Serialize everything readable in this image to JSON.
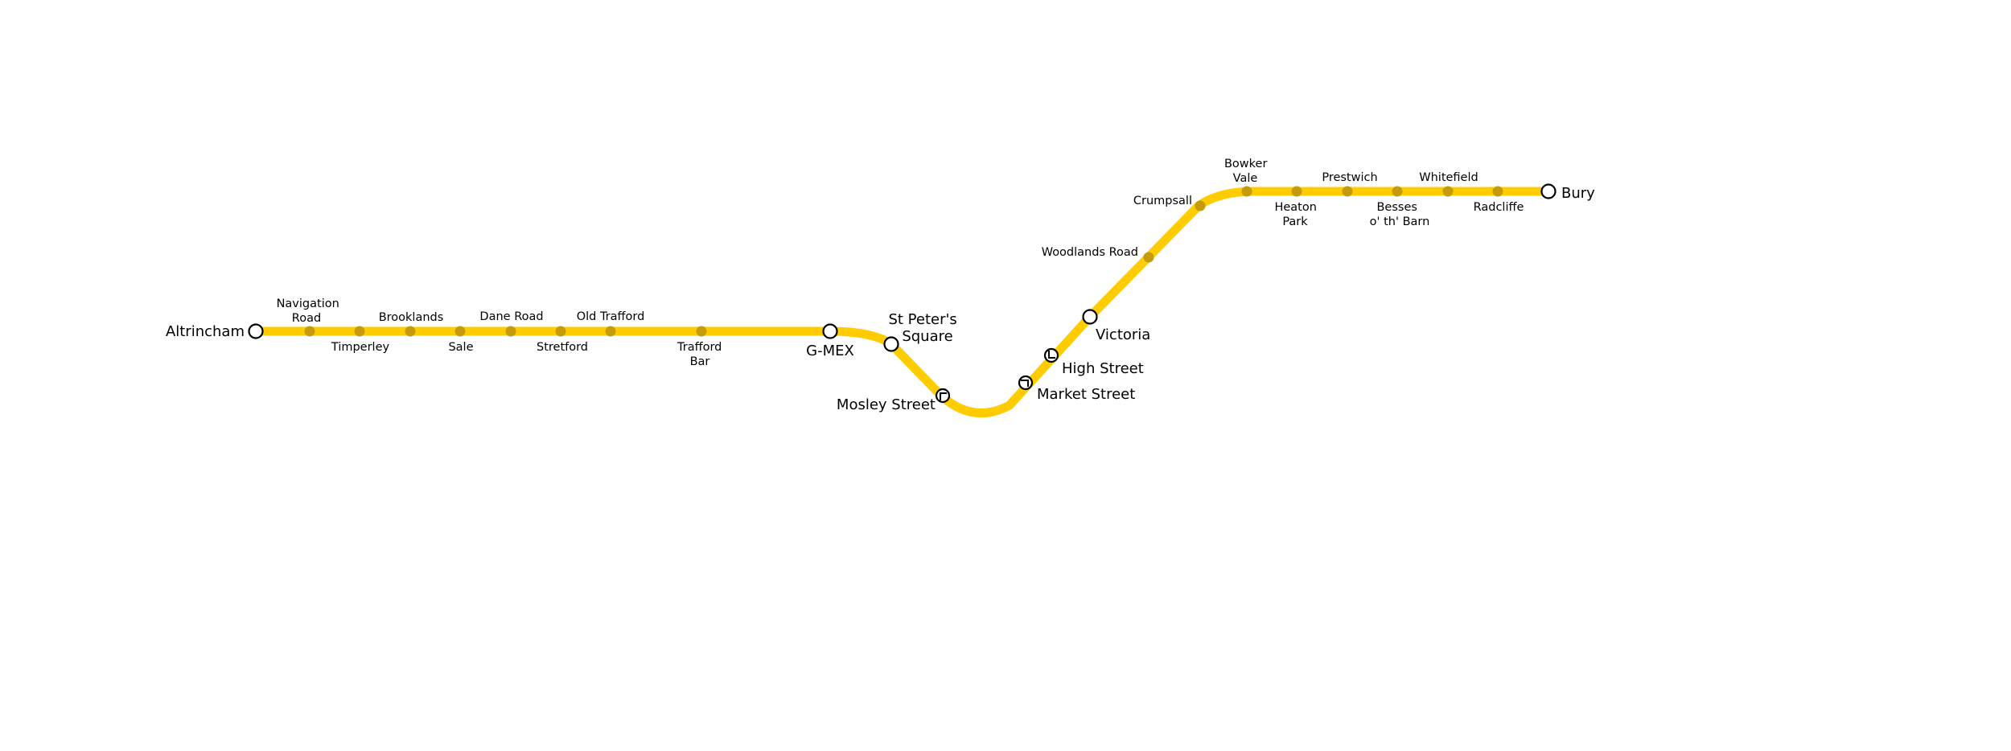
{
  "line_color": "#FFCC00",
  "stop_color": "#C49B0A",
  "stations": {
    "altrincham": "Altrincham",
    "navigation_road": [
      "Navigation",
      "Road"
    ],
    "timperley": "Timperley",
    "brooklands": "Brooklands",
    "sale": "Sale",
    "dane_road": "Dane Road",
    "stretford": "Stretford",
    "old_trafford": "Old Trafford",
    "trafford_bar": [
      "Trafford",
      "Bar"
    ],
    "gmex": "G-MEX",
    "st_peters_square": [
      "St Peter's",
      "Square"
    ],
    "mosley_street": "Mosley Street",
    "market_street": "Market Street",
    "high_street": "High Street",
    "victoria": "Victoria",
    "woodlands_road": "Woodlands Road",
    "crumpsall": "Crumpsall",
    "bowker_vale": [
      "Bowker",
      "Vale"
    ],
    "heaton_park": [
      "Heaton",
      "Park"
    ],
    "prestwich": "Prestwich",
    "besses_o_th_barn": [
      "Besses",
      "o' th' Barn"
    ],
    "whitefield": "Whitefield",
    "radcliffe": "Radcliffe",
    "bury": "Bury"
  }
}
